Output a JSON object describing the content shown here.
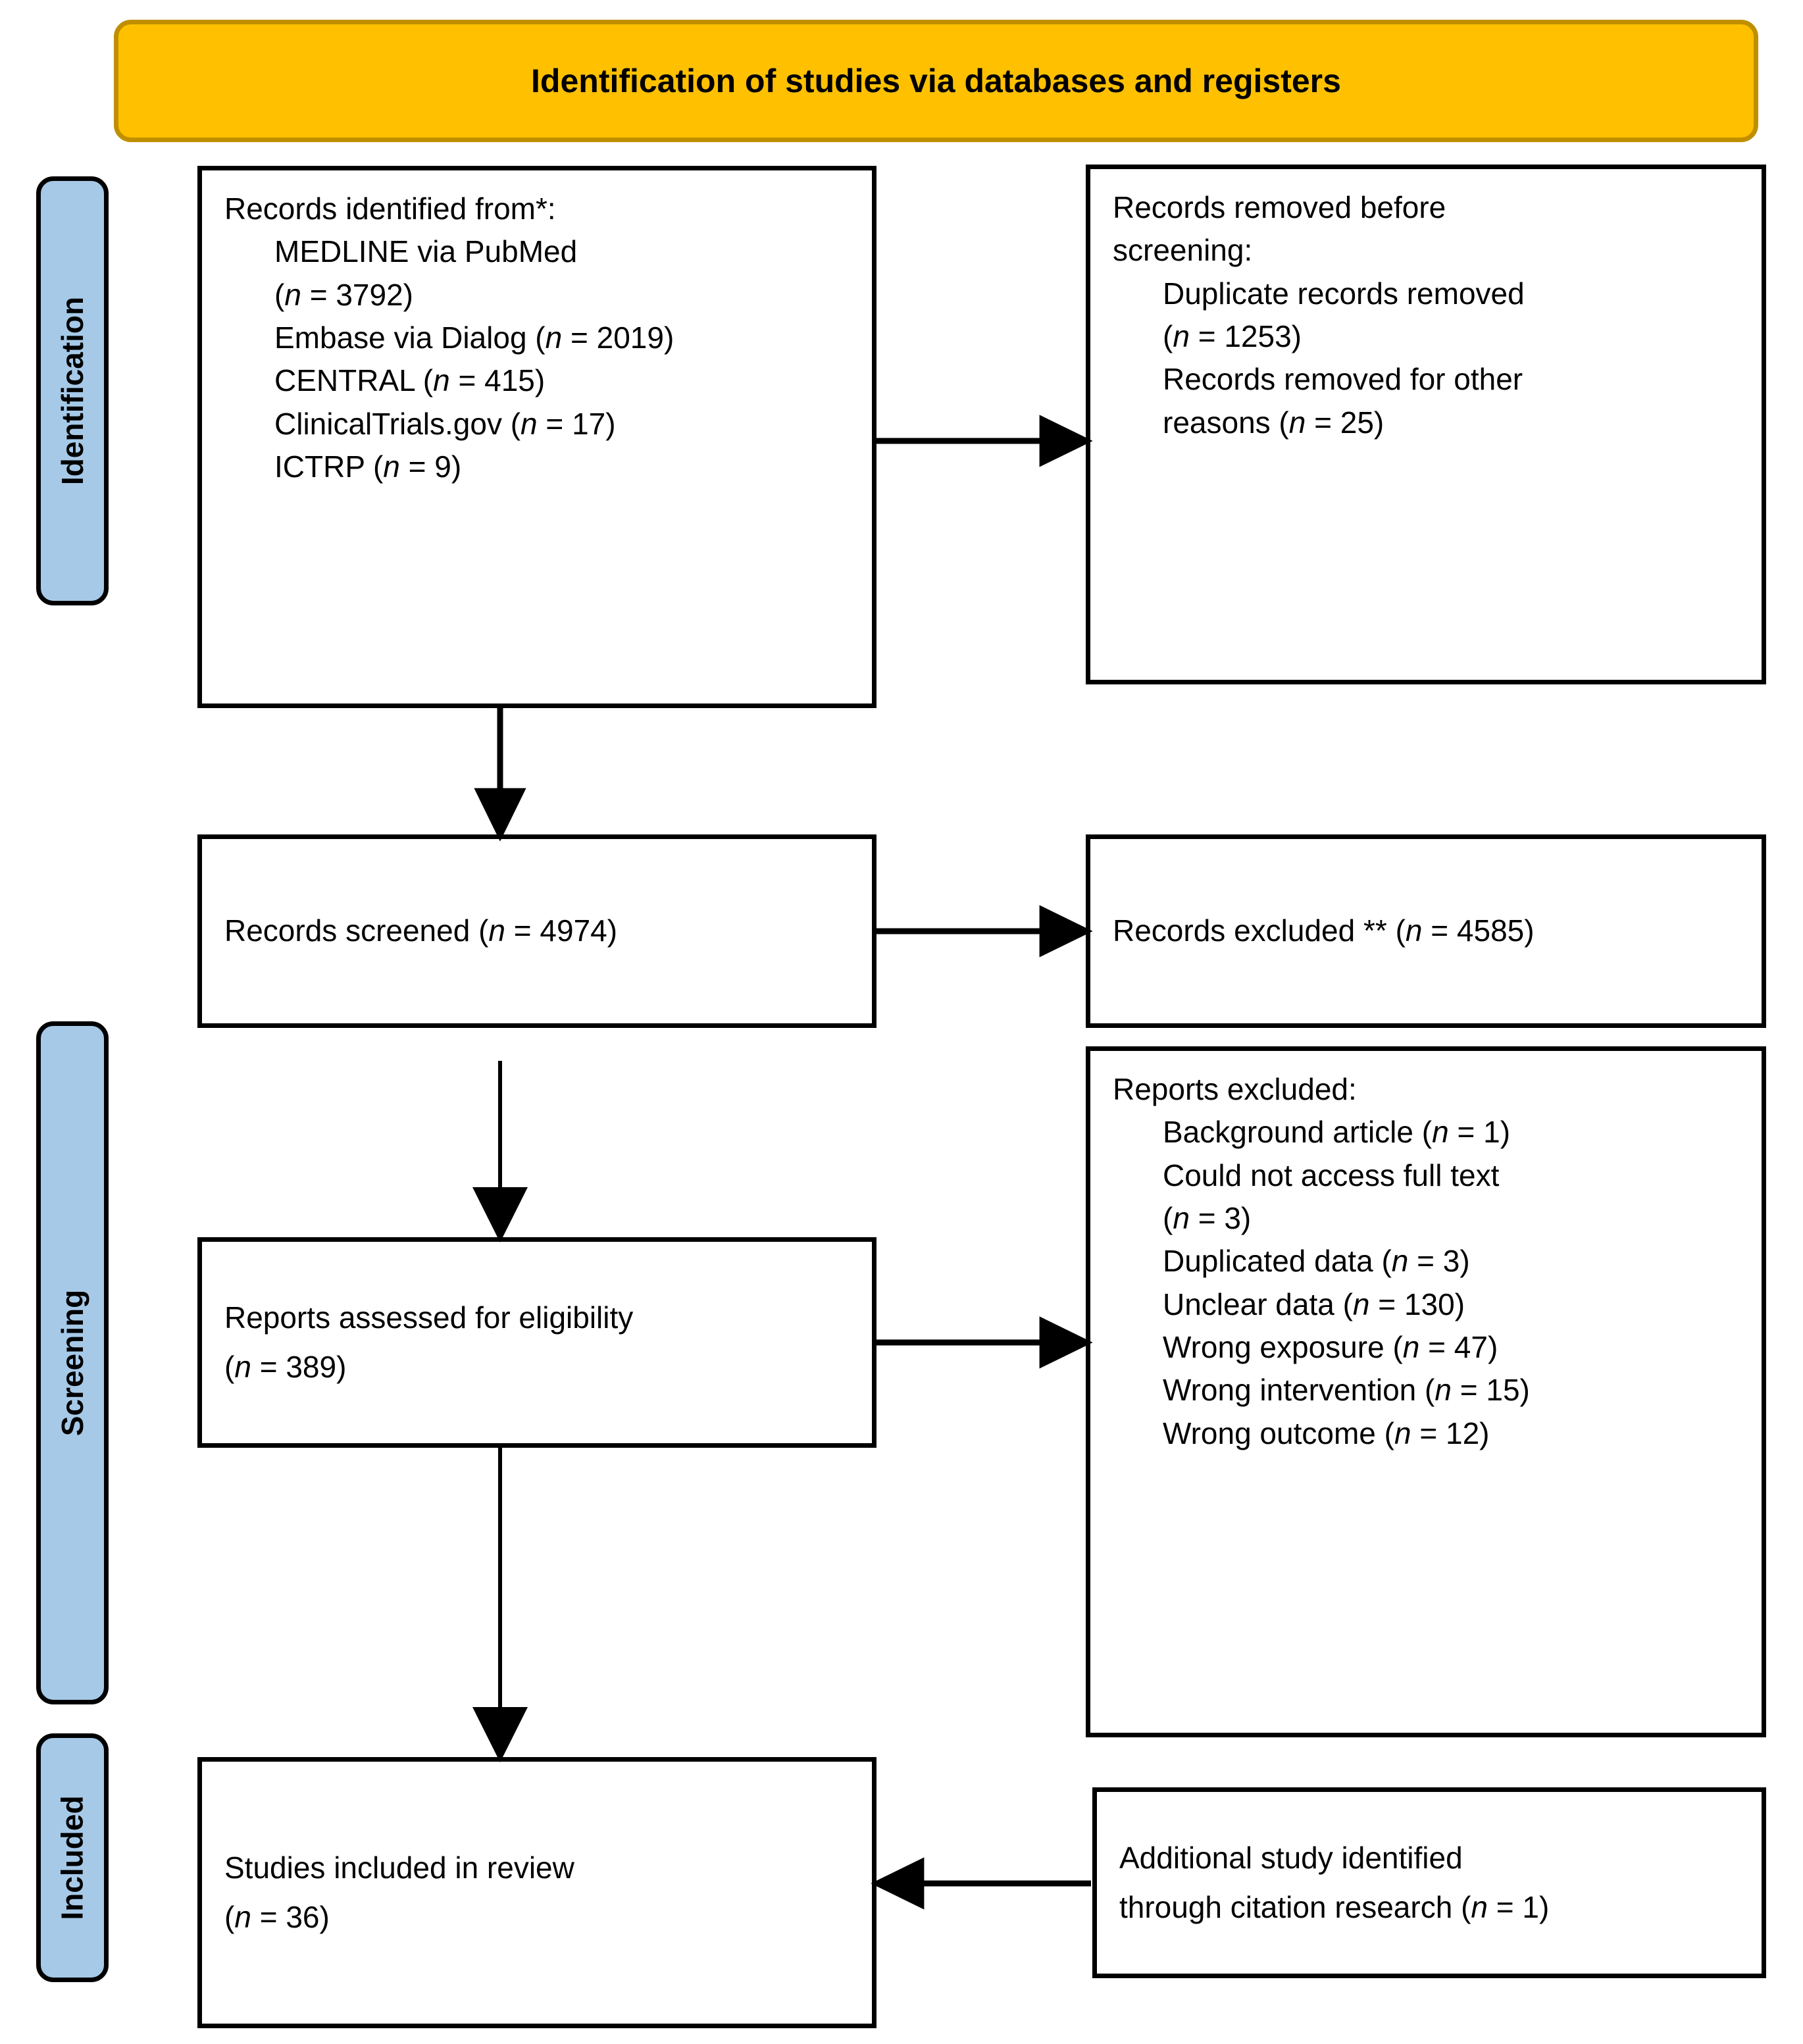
{
  "header": {
    "title": "Identification of studies via databases and registers",
    "fill": "#FFC000",
    "border": "#BF8F00"
  },
  "stages": {
    "fill": "#A6C9E8",
    "items": [
      {
        "key": "identification",
        "label": "Identification"
      },
      {
        "key": "screening",
        "label": "Screening"
      },
      {
        "key": "included",
        "label": "Included"
      }
    ]
  },
  "boxes": {
    "identified": {
      "title": "Records identified from*:",
      "lines": [
        "MEDLINE via PubMed",
        "(n = 3792)",
        "Embase via Dialog (n = 2019)",
        "CENTRAL    (n = 415)",
        "ClinicalTrials.gov (n = 17)",
        "ICTRP (n = 9)"
      ],
      "sources": [
        {
          "name": "MEDLINE via PubMed",
          "n": 3792
        },
        {
          "name": "Embase via Dialog",
          "n": 2019
        },
        {
          "name": "CENTRAL",
          "n": 415
        },
        {
          "name": "ClinicalTrials.gov",
          "n": 17
        },
        {
          "name": "ICTRP",
          "n": 9
        }
      ]
    },
    "removed": {
      "title_line1": "Records removed before",
      "title_line2": "screening:",
      "lines": [
        "Duplicate records removed",
        "(n = 1253)",
        "Records removed for other",
        "reasons (n = 25)"
      ],
      "reasons": [
        {
          "name": "Duplicate records removed",
          "n": 1253
        },
        {
          "name": "Records removed for other reasons",
          "n": 25
        }
      ]
    },
    "screened": {
      "text": "Records screened (n = 4974)",
      "n": 4974
    },
    "excluded": {
      "text": "Records excluded ** (n = 4585)",
      "n": 4585
    },
    "eligibility": {
      "line1": "Reports assessed for eligibility",
      "line2": "(n = 389)",
      "n": 389
    },
    "reports_excluded": {
      "title": "Reports excluded:",
      "lines": [
        "Background article (n = 1)",
        "Could not access full text",
        "(n = 3)",
        "Duplicated data (n = 3)",
        "Unclear data (n = 130)",
        "Wrong exposure (n = 47)",
        "Wrong intervention (n = 15)",
        "Wrong outcome (n = 12)"
      ],
      "reasons": [
        {
          "name": "Background article",
          "n": 1
        },
        {
          "name": "Could not access full text",
          "n": 3
        },
        {
          "name": "Duplicated data",
          "n": 3
        },
        {
          "name": "Unclear data",
          "n": 130
        },
        {
          "name": "Wrong exposure",
          "n": 47
        },
        {
          "name": "Wrong intervention",
          "n": 15
        },
        {
          "name": "Wrong outcome",
          "n": 12
        }
      ]
    },
    "included": {
      "line1": "Studies included in review",
      "line2": "(n = 36)",
      "n": 36
    },
    "additional": {
      "line1": "Additional study identified",
      "line2": "through citation research (n = 1)",
      "n": 1
    }
  }
}
